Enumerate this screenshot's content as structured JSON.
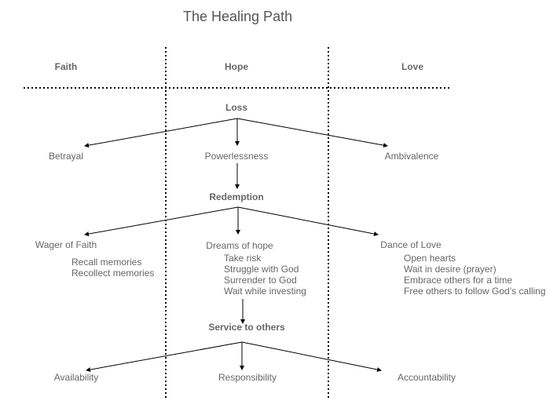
{
  "title": "The Healing Path",
  "columns": [
    "Faith",
    "Hope",
    "Love"
  ],
  "colors": {
    "text": "#666666",
    "line": "#000000",
    "divider": "#000000"
  },
  "levels": [
    {
      "root": "Loss",
      "left": "Betrayal",
      "center": "Powerlessness",
      "right": "Ambivalence"
    },
    {
      "root": "Redemption",
      "left": "Wager of Faith",
      "center": "Dreams of hope",
      "right": "Dance of Love",
      "left_items": [
        "Recall memories",
        "Recollect memories"
      ],
      "center_items": [
        "Take risk",
        "Struggle with God",
        "Surrender to God",
        "Wait while investing"
      ],
      "right_items": [
        "Open hearts",
        "Wait in desire (prayer)",
        "Embrace others for a time",
        "Free others to follow God’s calling"
      ]
    },
    {
      "root": "Service to others",
      "left": "Availability",
      "center": "Responsibility",
      "right": "Accountability"
    }
  ]
}
